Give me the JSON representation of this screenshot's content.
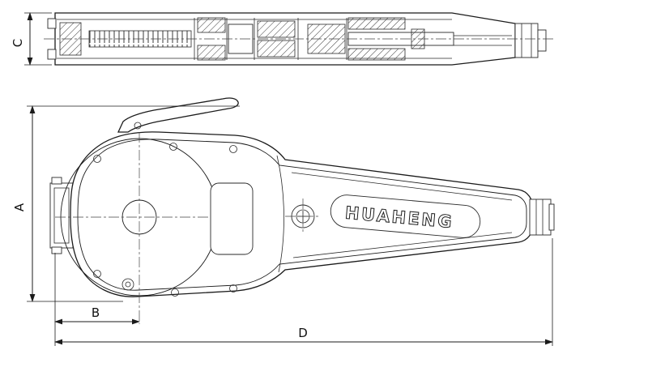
{
  "drawing": {
    "brand": "HUAHENG",
    "dimensions": {
      "a": "A",
      "b": "B",
      "c": "C",
      "d": "D"
    }
  }
}
